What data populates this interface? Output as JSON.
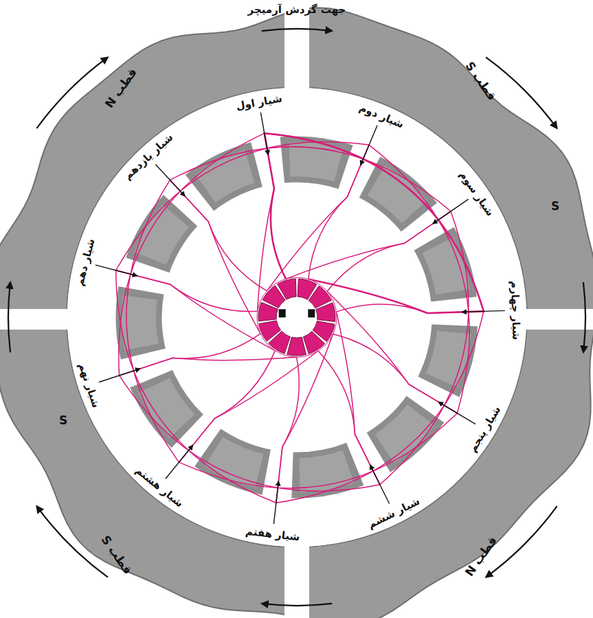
{
  "diagram": {
    "labels": [
      "جهت گردش آرمیچر",
      "قطب N",
      "قطب S",
      "S",
      "شیار اول",
      "شیار دوم",
      "شیار سوم",
      "شیار چهارم",
      "شیار پنجم",
      "شیار ششم",
      "شیار هفتم",
      "شیار هشتم",
      "شیار نهم",
      "شیار دهم",
      "شیار یازدهم",
      "S",
      "قطب S",
      "قطب N"
    ]
  }
}
